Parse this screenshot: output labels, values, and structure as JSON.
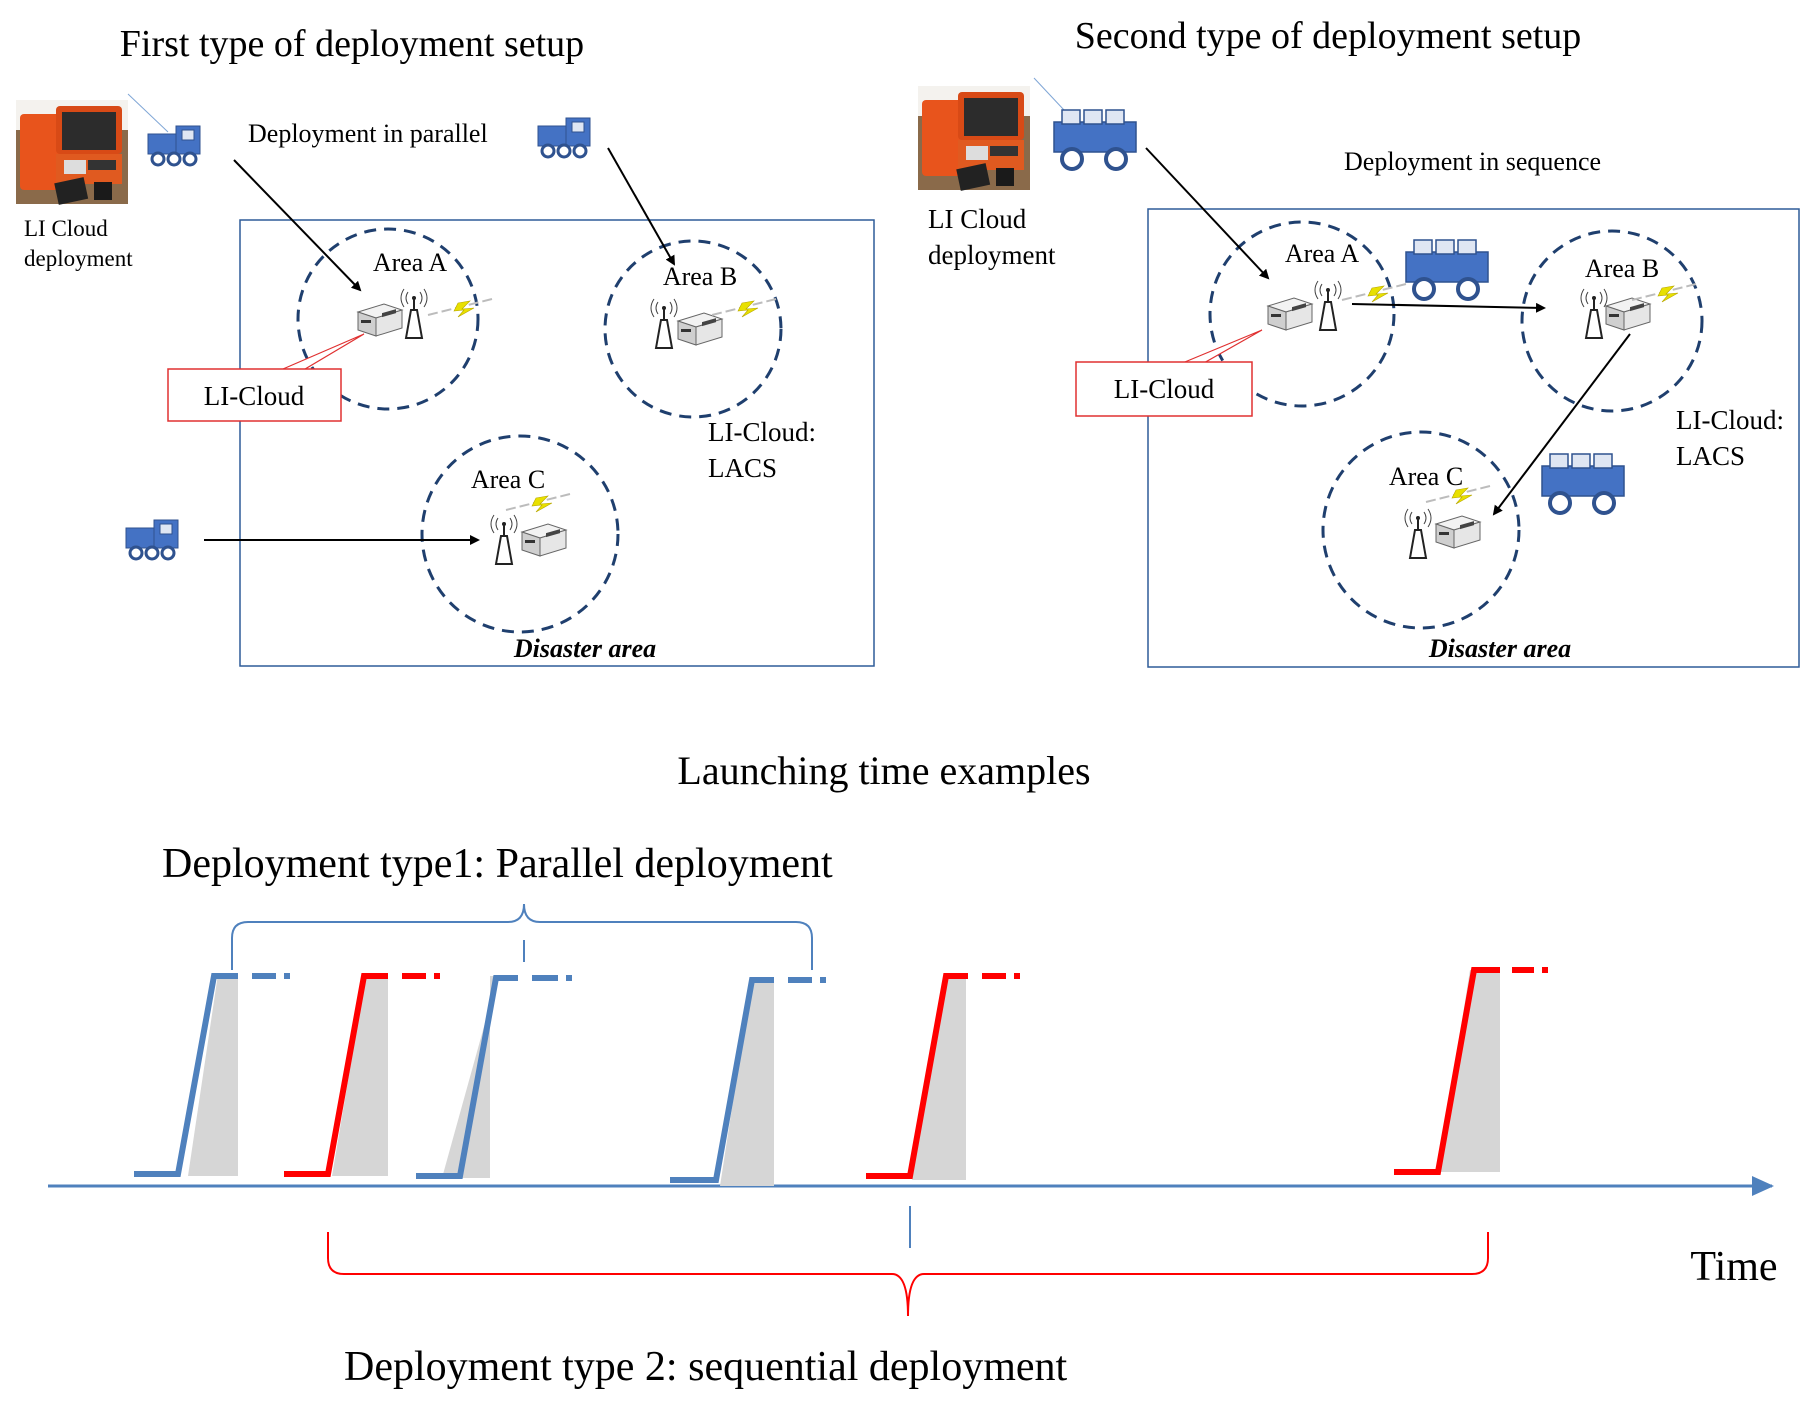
{
  "setup1": {
    "title": "First type of deployment setup",
    "mode_label": "Deployment in parallel",
    "kit_label_line1": "LI Cloud",
    "kit_label_line2": "deployment",
    "area_a": "Area A",
    "area_b": "Area B",
    "area_c": "Area C",
    "li_cloud_callout": "LI-Cloud",
    "lacs_line1": "LI-Cloud:",
    "lacs_line2": "LACS",
    "region_label": "Disaster area"
  },
  "setup2": {
    "title": "Second type of deployment setup",
    "mode_label": "Deployment in sequence",
    "kit_label_line1": "LI Cloud",
    "kit_label_line2": "deployment",
    "area_a": "Area A",
    "area_b": "Area B",
    "area_c": "Area C",
    "li_cloud_callout": "LI-Cloud",
    "lacs_line1": "LI-Cloud:",
    "lacs_line2": "LACS",
    "region_label": "Disaster area"
  },
  "timeline": {
    "title": "Launching time examples",
    "type1_label": "Deployment type1:  Parallel deployment",
    "type2_label": "Deployment type 2:  sequential deployment",
    "axis_label": "Time"
  },
  "colors": {
    "parallel": "#4f81bd",
    "sequential": "#ff0000",
    "box_border": "#2e5c99",
    "circle_dash": "#1f3f6e",
    "callout": "#e03030",
    "fill_gray": "#d6d6d6",
    "truck": "#4472c4"
  },
  "icons": [
    "truck-icon",
    "server-icon",
    "antenna-icon",
    "lightning-icon",
    "equipment-case-photo"
  ]
}
